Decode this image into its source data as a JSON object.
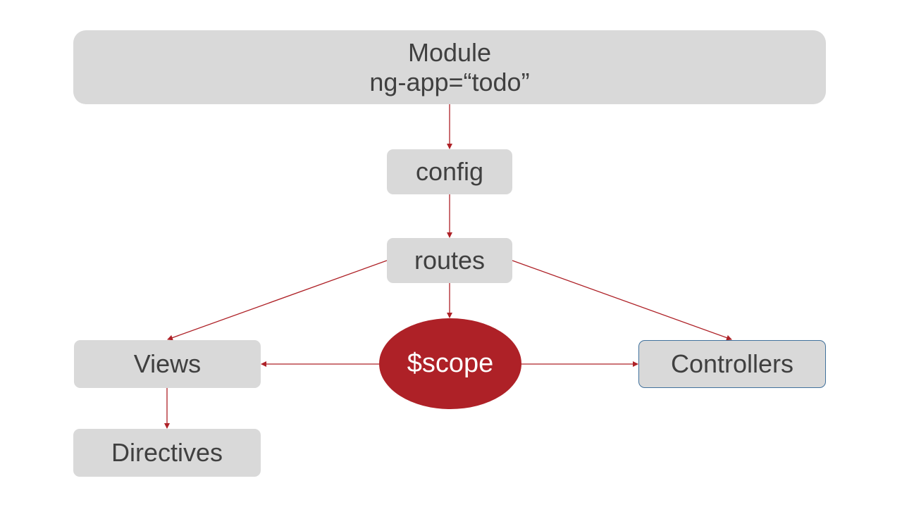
{
  "diagram": {
    "module": {
      "line1": "Module",
      "line2": "ng-app=“todo”"
    },
    "config": {
      "label": "config"
    },
    "routes": {
      "label": "routes"
    },
    "scope": {
      "label": "$scope"
    },
    "views": {
      "label": "Views"
    },
    "controllers": {
      "label": "Controllers"
    },
    "directives": {
      "label": "Directives"
    }
  },
  "colors": {
    "node_fill": "#d9d9d9",
    "node_text": "#404040",
    "scope_fill": "#ae2127",
    "scope_text": "#ffffff",
    "arrow": "#ae2127",
    "controllers_border": "#41719c"
  }
}
